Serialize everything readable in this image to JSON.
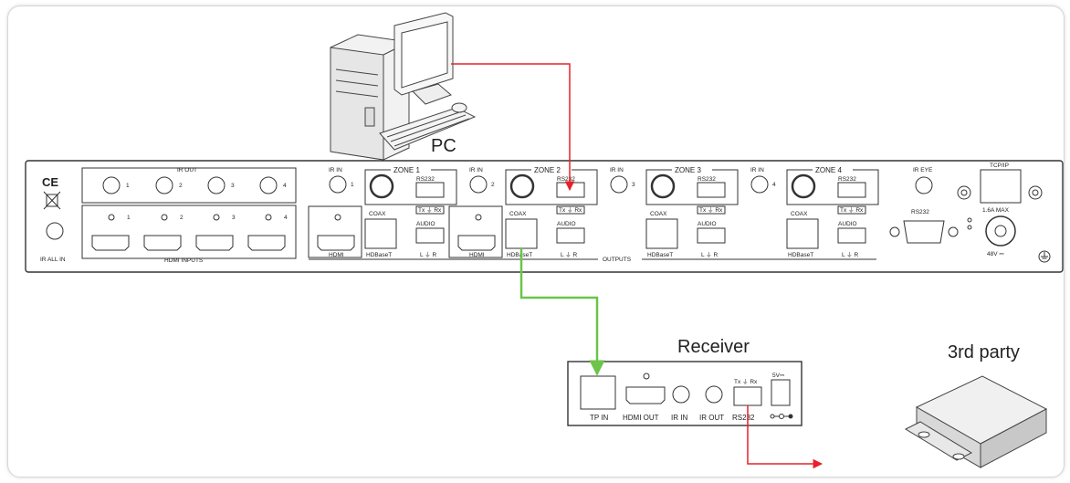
{
  "labels": {
    "pc": "PC",
    "receiver": "Receiver",
    "third_party": "3rd party"
  },
  "matrix": {
    "ce_mark": "CE",
    "ir_out": "IR OUT",
    "ir_out_numbers": [
      "1",
      "2",
      "3",
      "4"
    ],
    "hdmi_input_numbers": [
      "1",
      "2",
      "3",
      "4"
    ],
    "hdmi_inputs": "HDMI INPUTS",
    "ir_all_in": "IR ALL IN",
    "outputs": "OUTPUTS",
    "zones": [
      {
        "name": "ZONE 1",
        "ir_in": "IR IN",
        "ir_num": "1",
        "rs232": "RS232",
        "txrx": "Tx ⏚ Rx",
        "coax": "COAX",
        "audio": "AUDIO",
        "lr": "L ⏚ R",
        "hdmi": "HDMI",
        "hdbaset": "HDBaseT"
      },
      {
        "name": "ZONE 2",
        "ir_in": "IR IN",
        "ir_num": "2",
        "rs232": "RS232",
        "txrx": "Tx ⏚ Rx",
        "coax": "COAX",
        "audio": "AUDIO",
        "lr": "L ⏚ R",
        "hdmi": "HDMI",
        "hdbaset": "HDBaseT"
      },
      {
        "name": "ZONE 3",
        "ir_in": "IR IN",
        "ir_num": "3",
        "rs232": "RS232",
        "txrx": "Tx ⏚ Rx",
        "coax": "COAX",
        "audio": "AUDIO",
        "lr": "L ⏚ R",
        "hdmi": "",
        "hdbaset": "HDBaseT"
      },
      {
        "name": "ZONE 4",
        "ir_in": "IR IN",
        "ir_num": "4",
        "rs232": "RS232",
        "txrx": "Tx ⏚ Rx",
        "coax": "COAX",
        "audio": "AUDIO",
        "lr": "L ⏚ R",
        "hdmi": "",
        "hdbaset": "HDBaseT"
      }
    ],
    "ir_eye": "IR EYE",
    "rs232_main": "RS232",
    "tcpip": "TCP/IP",
    "power_rating": "1.6A MAX",
    "power_voltage": "48V ⎓"
  },
  "receiver_panel": {
    "tp_in": "TP IN",
    "hdmi_out": "HDMI OUT",
    "ir_in": "IR IN",
    "ir_out": "IR OUT",
    "rs232": "RS232",
    "txrx": "Tx ⏚ Rx",
    "power": "5V⎓"
  },
  "colors": {
    "rs232_cable": "#e8202a",
    "hdbaset_cable": "#6cc44a",
    "line": "#333333"
  },
  "icons": [
    "desktop-computer-icon",
    "third-party-device-icon",
    "ground-icon",
    "weee-bin-icon"
  ]
}
